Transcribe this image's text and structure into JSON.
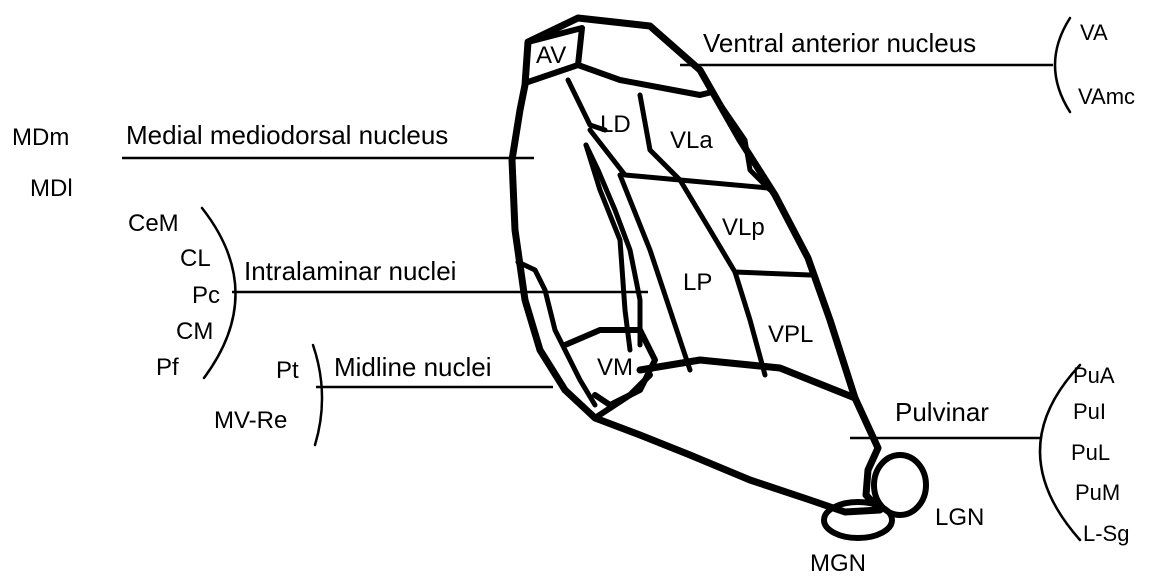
{
  "outer_labels": {
    "ventral_anterior": "Ventral anterior nucleus",
    "medial_md": "Medial mediodorsal nucleus",
    "intralaminar": "Intralaminar nuclei",
    "midline": "Midline nuclei",
    "pulvinar": "Pulvinar"
  },
  "groups": {
    "va": [
      "VA",
      "VAmc"
    ],
    "md": [
      "MDm",
      "MDl"
    ],
    "intralaminar": [
      "CeM",
      "CL",
      "Pc",
      "CM",
      "Pf"
    ],
    "midline": [
      "Pt",
      "MV-Re"
    ],
    "pulvinar": [
      "PuA",
      "PuI",
      "PuL",
      "PuM",
      "L-Sg"
    ]
  },
  "regions": {
    "av": "AV",
    "ld": "LD",
    "vla": "VLa",
    "vlp": "VLp",
    "lp": "LP",
    "vpl": "VPL",
    "vm": "VM",
    "lgn": "LGN",
    "mgn": "MGN"
  }
}
